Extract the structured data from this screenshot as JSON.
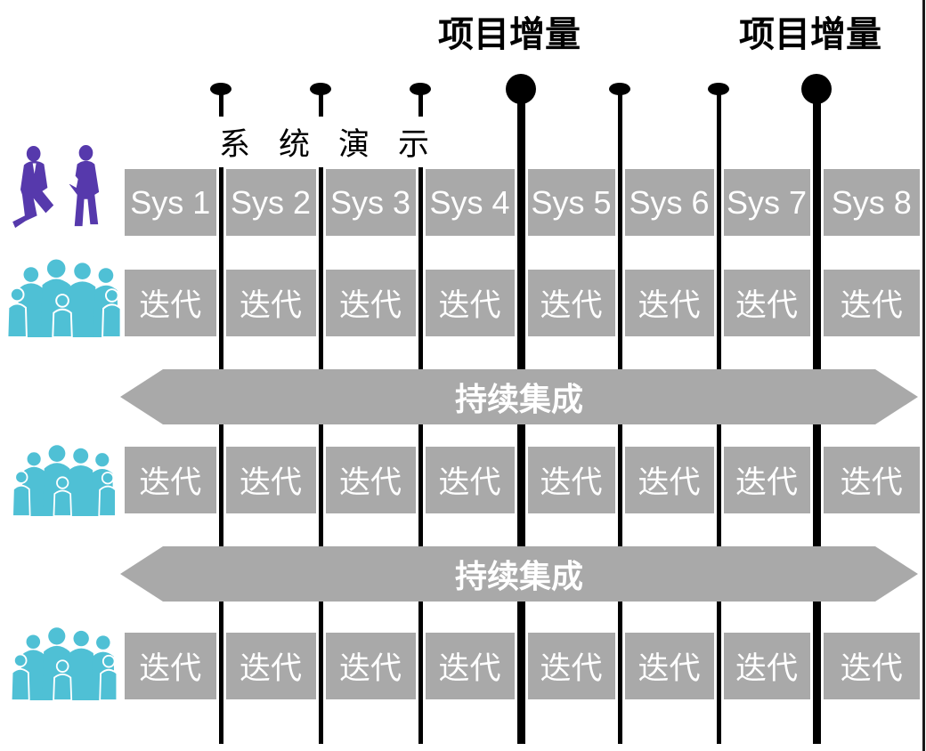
{
  "labels": {
    "program_increment_1": "项目增量",
    "program_increment_2": "项目增量",
    "system_demo": "系统演示"
  },
  "milestones": [
    {
      "marker": "small"
    },
    {
      "marker": "small"
    },
    {
      "marker": "small"
    },
    {
      "marker": "large"
    },
    {
      "marker": "small"
    },
    {
      "marker": "small"
    },
    {
      "marker": "large"
    }
  ],
  "sys_row": {
    "cells": [
      "Sys 1",
      "Sys 2",
      "Sys 3",
      "Sys 4",
      "Sys 5",
      "Sys 6",
      "Sys 7",
      "Sys 8"
    ]
  },
  "iteration_rows": [
    {
      "cells": [
        "迭代",
        "迭代",
        "迭代",
        "迭代",
        "迭代",
        "迭代",
        "迭代",
        "迭代"
      ]
    },
    {
      "cells": [
        "迭代",
        "迭代",
        "迭代",
        "迭代",
        "迭代",
        "迭代",
        "迭代",
        "迭代"
      ]
    },
    {
      "cells": [
        "迭代",
        "迭代",
        "迭代",
        "迭代",
        "迭代",
        "迭代",
        "迭代",
        "迭代"
      ]
    }
  ],
  "integration_bars": [
    {
      "label": "持续集成"
    },
    {
      "label": "持续集成"
    }
  ],
  "icons": {
    "leaders": "two-business-people-icon",
    "team_1": "team-crowd-icon",
    "team_2": "team-crowd-icon",
    "team_3": "team-crowd-icon"
  },
  "colors": {
    "box_gray": "#a9a9a9",
    "line_black": "#000000",
    "people_purple": "#5639ac",
    "team_teal": "#4fc0d5",
    "box_text": "#ffffff",
    "label_text": "#000000"
  }
}
